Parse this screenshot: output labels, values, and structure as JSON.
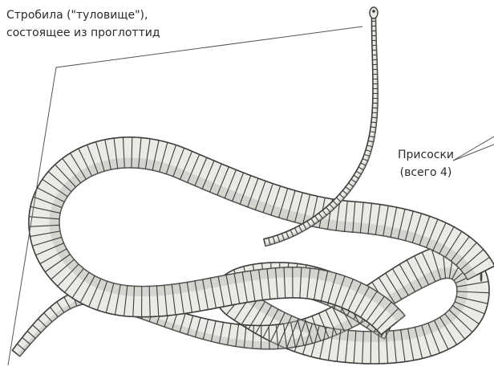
{
  "labels": {
    "strobila": {
      "line1": "Стробила (\"туловище\"),",
      "line2": "состоящее из проглоттид"
    },
    "suckers": {
      "line1": "Присоски",
      "line2": "(всего 4)"
    }
  },
  "colors": {
    "segment_fill": "#e9ebe4",
    "segment_shadow": "#b7bab3",
    "outline": "#3d3d3d",
    "pointer_line": "#555555"
  }
}
